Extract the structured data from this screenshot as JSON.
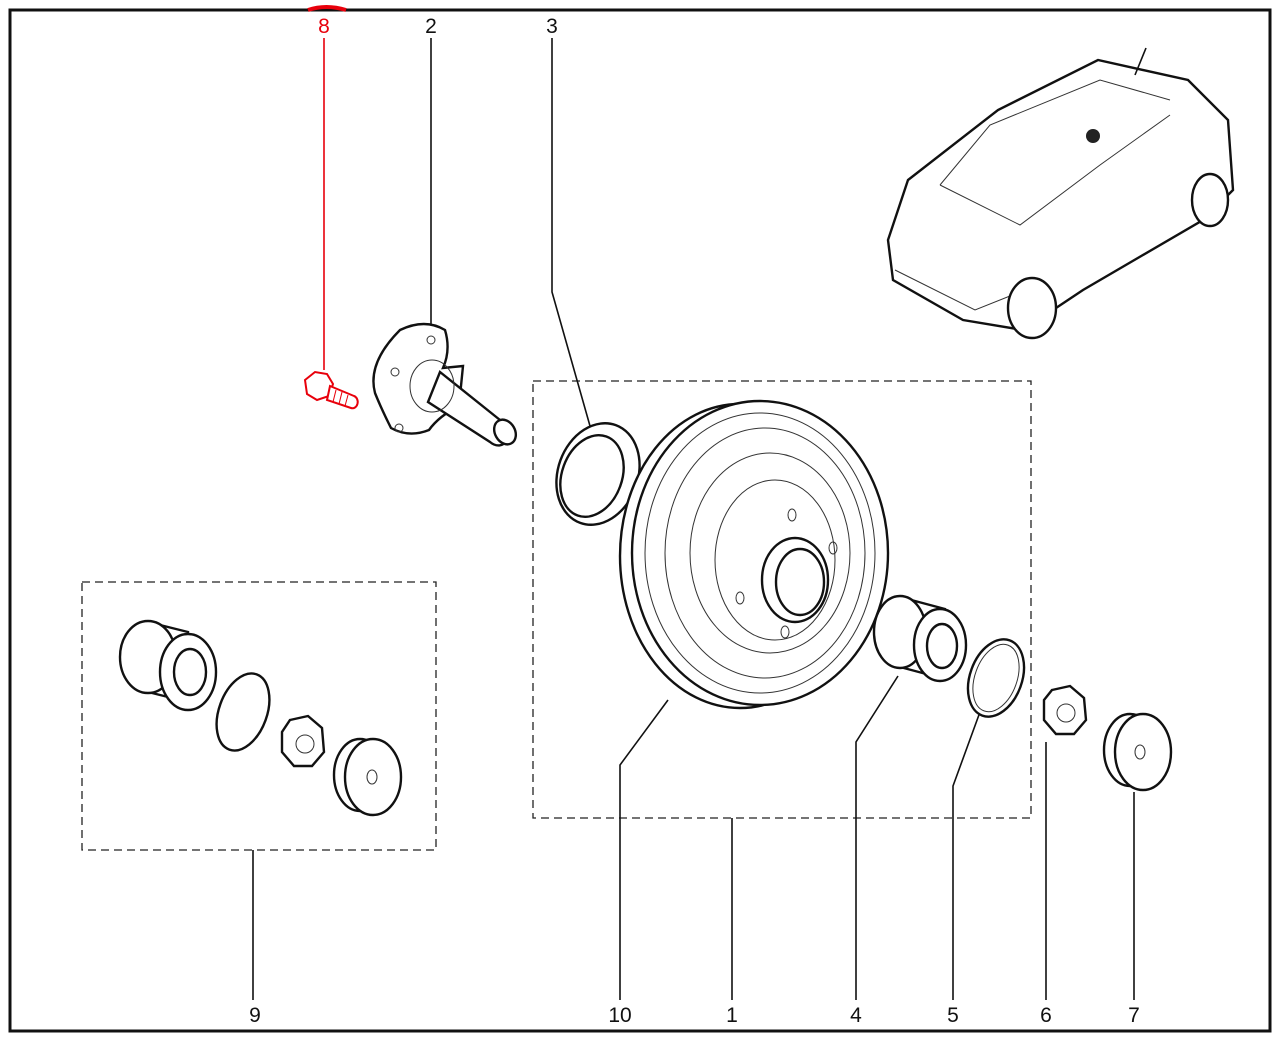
{
  "diagram": {
    "highlight_color": "#e8000b",
    "callouts": {
      "c8": "8",
      "c2": "2",
      "c3": "3",
      "c9": "9",
      "c10": "10",
      "c1": "1",
      "c4": "4",
      "c5": "5",
      "c6": "6",
      "c7": "7"
    },
    "selected_callout": "8"
  }
}
